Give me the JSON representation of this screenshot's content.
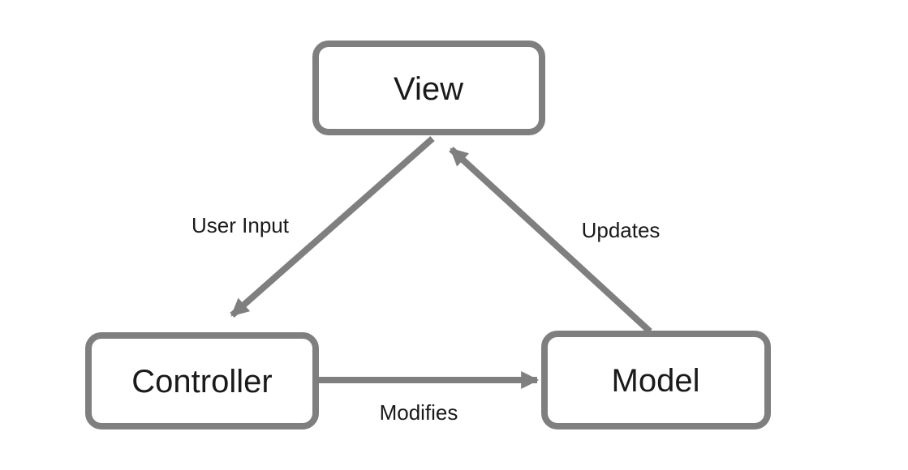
{
  "diagram": {
    "type": "flow-diagram",
    "colors": {
      "background": "#ffffff",
      "node_fill": "#ffffff",
      "node_border": "#7f7f7f",
      "arrow": "#7f7f7f",
      "text": "#1a1a1a"
    },
    "nodes": [
      {
        "id": "view",
        "label": "View",
        "position": "top-center"
      },
      {
        "id": "controller",
        "label": "Controller",
        "position": "bottom-left"
      },
      {
        "id": "model",
        "label": "Model",
        "position": "bottom-right"
      }
    ],
    "edges": [
      {
        "from": "view",
        "to": "controller",
        "label": "User Input"
      },
      {
        "from": "model",
        "to": "view",
        "label": "Updates"
      },
      {
        "from": "controller",
        "to": "model",
        "label": "Modifies"
      }
    ]
  }
}
